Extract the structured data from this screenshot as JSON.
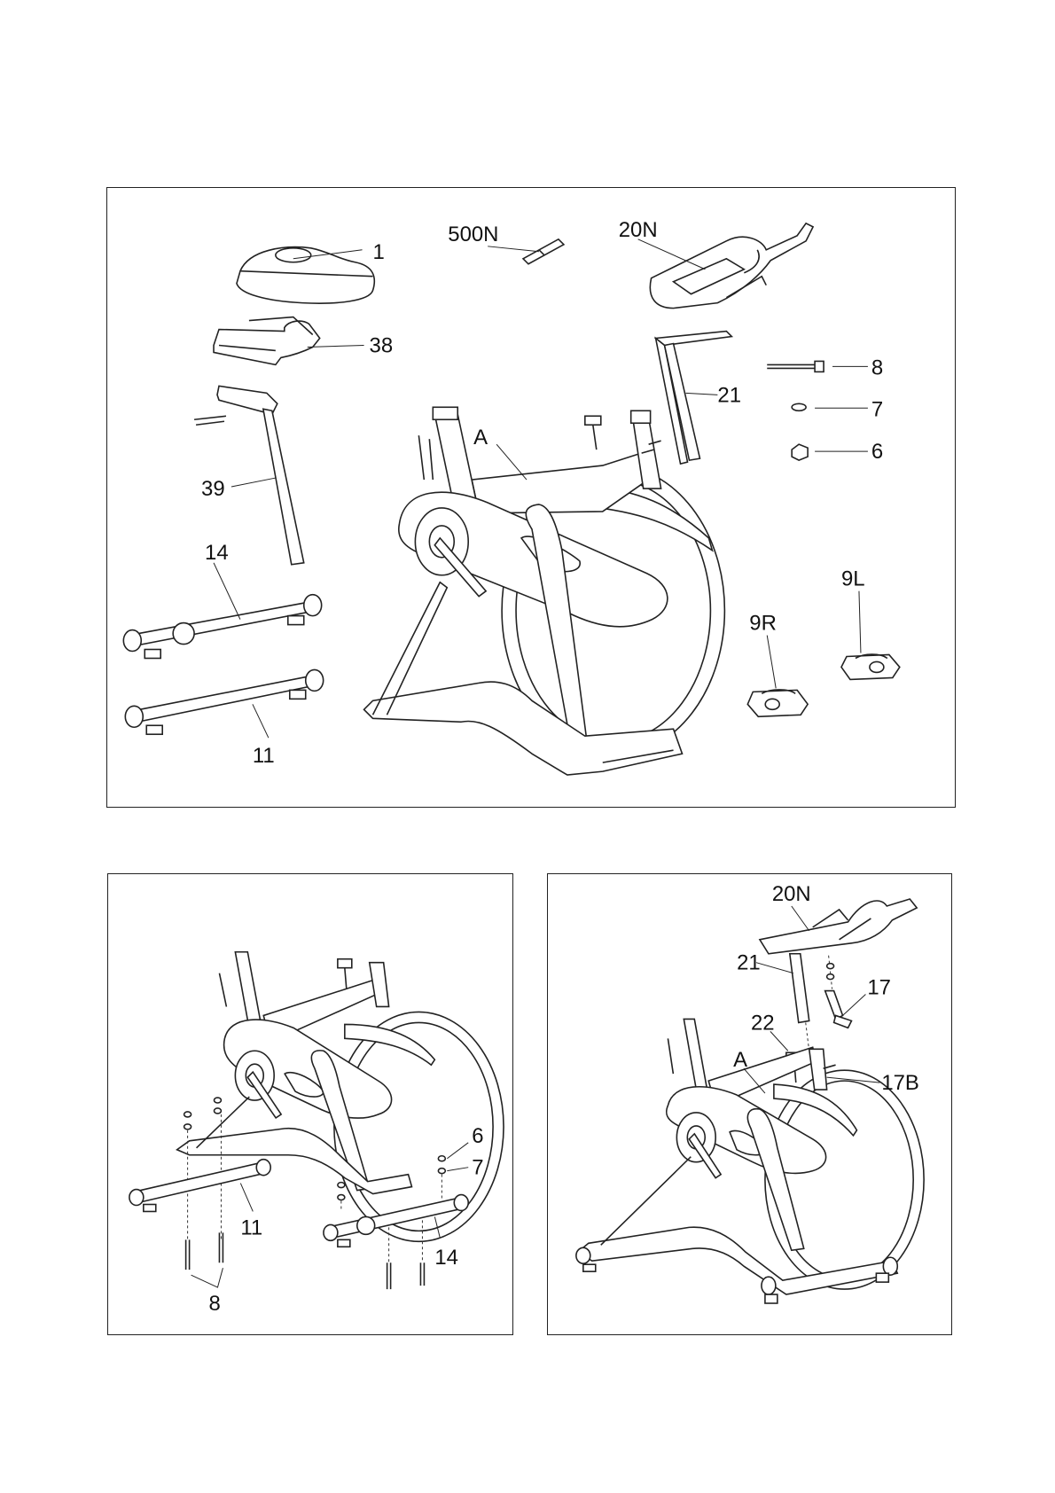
{
  "panels": {
    "parts_overview": {
      "labels": {
        "p1": "1",
        "p500n": "500N",
        "p20n": "20N",
        "p38": "38",
        "p8": "8",
        "p7": "7",
        "p6": "6",
        "p21": "21",
        "pA": "A",
        "p39": "39",
        "p14": "14",
        "p11": "11",
        "p9l": "9L",
        "p9r": "9R"
      }
    },
    "step_stabilizers": {
      "labels": {
        "p6": "6",
        "p7": "7",
        "p11": "11",
        "p14": "14",
        "p8": "8"
      }
    },
    "step_handlebar": {
      "labels": {
        "p20n": "20N",
        "p21": "21",
        "p17": "17",
        "p22": "22",
        "pA": "A",
        "p17b": "17B"
      }
    }
  }
}
